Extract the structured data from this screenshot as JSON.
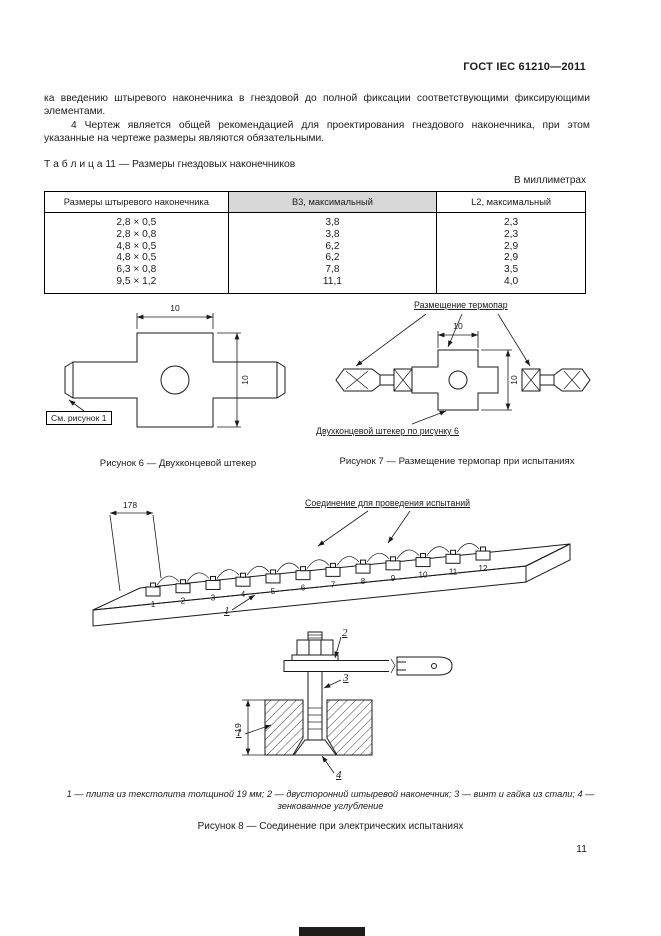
{
  "page": {
    "header": "ГОСТ IEC 61210—2011",
    "number": "11"
  },
  "body": {
    "p1": "ка введению штыревого наконечника в гнездовой до полной фиксации соответствующими фиксирующими элементами.",
    "p2": "4  Чертеж является общей рекомендацией для проектирования гнездового наконечника, при этом указанные на чертеже размеры являются обязательными."
  },
  "table": {
    "title": "Т а б л и ц а  11 — Размеры гнездовых наконечников",
    "units_note": "В миллиметрах",
    "columns": [
      "Размеры штыревого наконечника",
      "В3, максимальный",
      "L2, максимальный"
    ],
    "rows": [
      [
        "2,8 × 0,5",
        "3,8",
        "2,3"
      ],
      [
        "2,8 × 0,8",
        "3,8",
        "2,3"
      ],
      [
        "4,8 × 0,5",
        "6,2",
        "2,9"
      ],
      [
        "4,8 × 0,5",
        "6,2",
        "2,9"
      ],
      [
        "6,3 × 0,8",
        "7,8",
        "3,5"
      ],
      [
        "9,5 × 1,2",
        "11,1",
        "4,0"
      ]
    ]
  },
  "figure6": {
    "caption": "Рисунок 6 — Двухконцевой штекер",
    "ref_note": "См. рисунок 1",
    "dim_width": "10",
    "dim_height": "10"
  },
  "figure7": {
    "caption": "Рисунок 7 — Размещение термопар при испытаниях",
    "label_thermocouples": "Размещение термопар",
    "label_plug": "Двухконцевой штекер по рисунку 6",
    "dim_width": "10",
    "dim_height": "10"
  },
  "figure8": {
    "label_connection": "Соединение для проведения испытаний",
    "dim_length": "178",
    "positions": [
      "1",
      "2",
      "3",
      "4",
      "5",
      "6",
      "7",
      "8",
      "9",
      "10",
      "11",
      "12"
    ],
    "callout_plate": "1",
    "dim_thickness": "19",
    "callout_1": "1",
    "callout_2": "2",
    "callout_3": "3",
    "callout_4": "4",
    "legend": "1 — плита из текстолита толщиной 19 мм; 2 — двусторонний штыревой наконечник; 3 — винт и гайка из стали; 4 — зенкованное углубление",
    "caption": "Рисунок 8 — Соединение при электрических испытаниях"
  }
}
